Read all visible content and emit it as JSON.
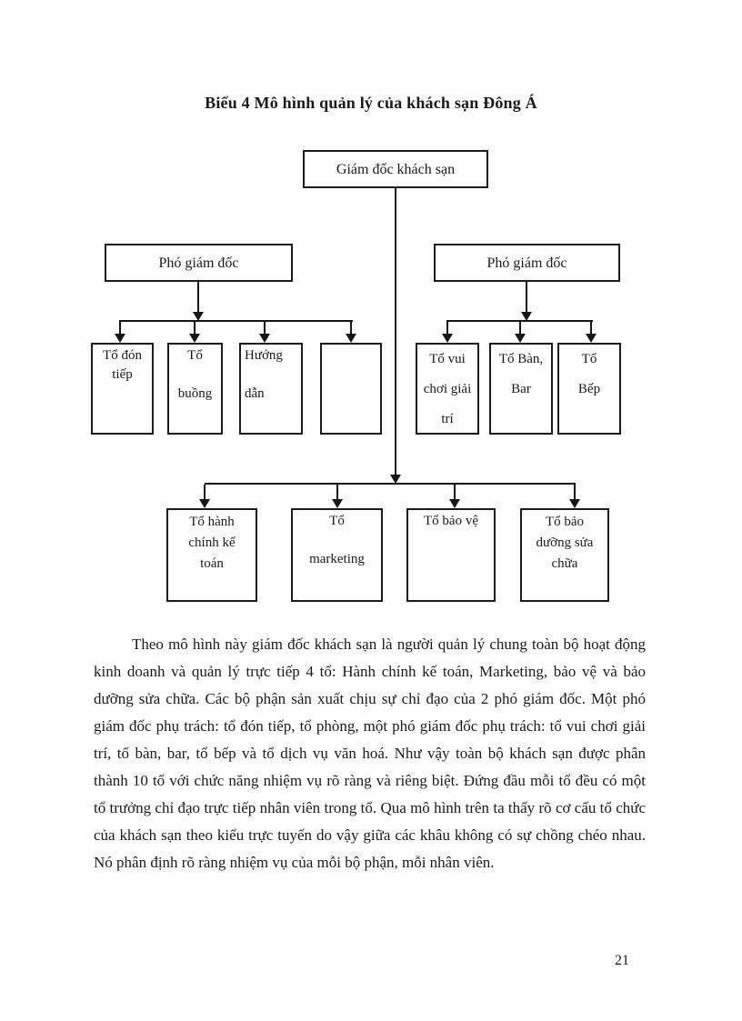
{
  "title": "Biểu 4 Mô hình quản lý của khách sạn Đông Á",
  "diagram": {
    "nodes": {
      "director": "Giám đốc khách sạn",
      "vice_left": "Phó giám đốc",
      "vice_right": "Phó giám đốc",
      "reception": "Tổ đón\ntiếp",
      "rooms": "Tổ\n\nbuồng",
      "guide": "Hướng\n\ndẫn",
      "unlabeled": "",
      "entertainment": "Tổ vui\nchơi giải\ntrí",
      "table_bar": "Tổ Bàn,\nBar",
      "kitchen": "Tổ\nBếp",
      "admin_accounting": "Tổ hành\nchính kế\ntoán",
      "marketing": "Tổ\n\nmarketing",
      "security": "Tổ bảo vệ",
      "maintenance": "Tổ bảo\ndưỡng sửa\nchữa"
    }
  },
  "body_text": "Theo mô hình này giám đốc khách sạn là người quản lý chung toàn bộ hoạt động kinh doanh và quản lý trực tiếp 4 tổ: Hành chính kế toán, Marketing, bảo vệ và bảo dưỡng sửa chữa. Các bộ phận sản xuất chịu sự chỉ đạo của 2 phó giám đốc. Một phó giám đốc phụ trách: tổ đón tiếp, tổ phòng, một phó giám đốc phụ trách: tổ vui chơi giải trí, tổ bàn, bar, tổ bếp và tổ dịch vụ văn hoá. Như vậy toàn bộ khách sạn được phân thành 10 tổ với chức năng nhiệm vụ rõ ràng và riêng biệt. Đứng đầu mỗi tổ đều có một tổ trưởng chỉ đạo trực tiếp nhân viên trong tổ. Qua mô hình trên ta thấy rõ cơ cấu tổ chức của khách sạn theo kiểu trực tuyến do vậy giữa các khâu không có sự chồng chéo nhau. Nó phân định rõ ràng nhiệm vụ của mỗi bộ phận, mỗi nhân viên.",
  "page_number": "21",
  "colors": {
    "ink": "#1a1a1a",
    "line": "#161616",
    "background": "#ffffff"
  }
}
